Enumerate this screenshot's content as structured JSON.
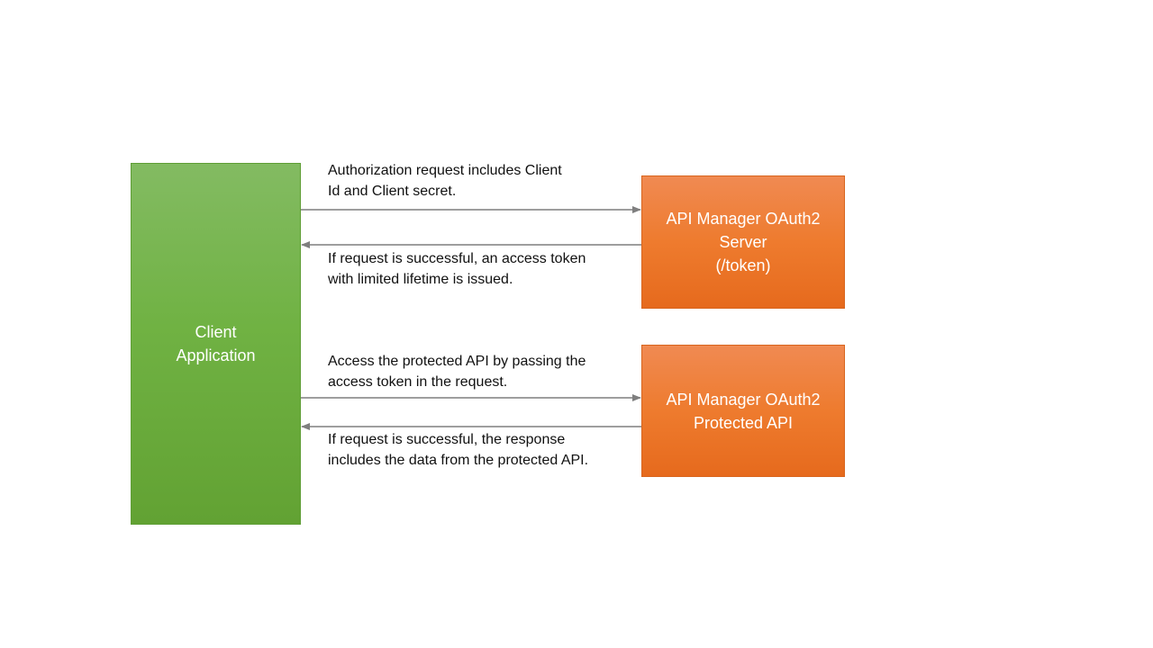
{
  "nodes": {
    "client": {
      "label": "Client\nApplication"
    },
    "oauth_server": {
      "label": "API Manager  OAuth2\nServer\n(/token)"
    },
    "protected_api": {
      "label": "API Manager  OAuth2\nProtected  API"
    }
  },
  "edges": [
    {
      "from": "client",
      "to": "oauth_server",
      "label": "Authorization request includes Client\nId and Client  secret."
    },
    {
      "from": "oauth_server",
      "to": "client",
      "label": "If request is successful, an access token\nwith limited lifetime is issued."
    },
    {
      "from": "client",
      "to": "protected_api",
      "label": "Access the protected API by passing the\naccess token in the request."
    },
    {
      "from": "protected_api",
      "to": "client",
      "label": "If request is successful, the response\nincludes the data from the protected API."
    }
  ],
  "colors": {
    "client_fill": "#70ad47",
    "server_fill": "#ed7d31",
    "arrow": "#7f7f7f"
  }
}
